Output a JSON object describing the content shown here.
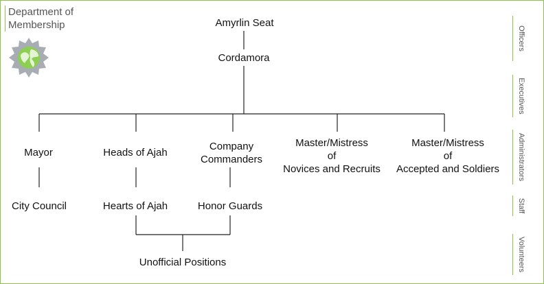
{
  "department": {
    "title_line1": "Department of",
    "title_line2": "Membership",
    "logo_icon": "globe-seal-icon"
  },
  "nodes": {
    "amyrlin_seat": "Amyrlin Seat",
    "cordamora": "Cordamora",
    "mayor": "Mayor",
    "heads_of_ajah": "Heads of Ajah",
    "company_commanders": [
      "Company",
      "Commanders"
    ],
    "master_novices": [
      "Master/Mistress",
      "of",
      "Novices and Recruits"
    ],
    "master_accepted": [
      "Master/Mistress",
      "of",
      "Accepted and Soldiers"
    ],
    "city_council": "City Council",
    "hearts_of_ajah": "Hearts of Ajah",
    "honor_guards": "Honor Guards",
    "unofficial_positions": "Unofficial Positions"
  },
  "tiers": [
    "Officers",
    "Executives",
    "Administrators",
    "Staff",
    "Volunteers"
  ],
  "colors": {
    "accent": "#8bc34a",
    "line": "#222222",
    "seal": "#a7adb3",
    "globe": "#8ccf52"
  }
}
